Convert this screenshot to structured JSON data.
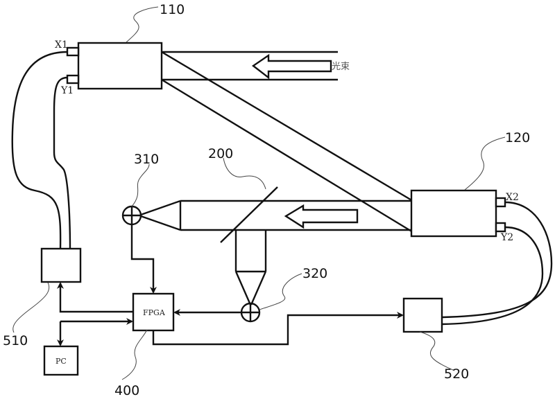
{
  "diagram": {
    "components": {
      "splitter_1": {
        "ref": "110",
        "port_x": "X1",
        "port_y": "Y1"
      },
      "splitter_2": {
        "ref": "120",
        "port_x": "X2",
        "port_y": "Y2"
      },
      "beam_splitter": {
        "ref": "200"
      },
      "detector_1": {
        "ref": "310"
      },
      "detector_2": {
        "ref": "320"
      },
      "fpga": {
        "ref": "400",
        "label": "FPGA"
      },
      "driver_1": {
        "ref": "510"
      },
      "driver_2": {
        "ref": "520"
      },
      "pc": {
        "label": "PC"
      }
    },
    "beam_label": "光束",
    "colors": {
      "line": "#111111",
      "leader": "#444444",
      "background": "#ffffff"
    }
  }
}
